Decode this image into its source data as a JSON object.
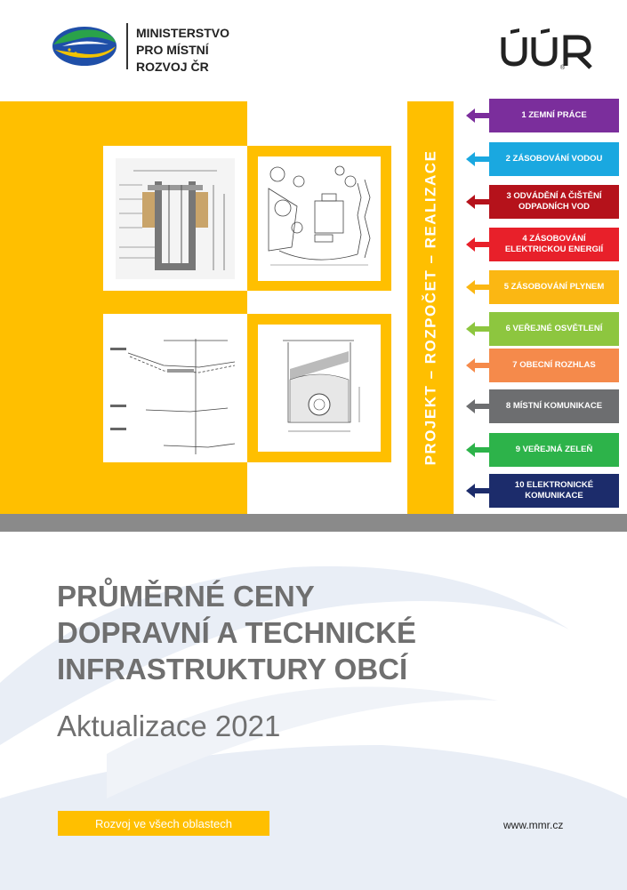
{
  "header": {
    "ministry_lines": "MINISTERSTVO\nPRO MÍSTNÍ\nROZVOJ ČR",
    "uur_logo_text": "ÚÚR"
  },
  "vertical_label": "PROJEKT – ROZPOČET – REALIZACE",
  "categories": [
    {
      "label": "1 ZEMNÍ PRÁCE",
      "color": "#7B2E9C"
    },
    {
      "label": "2 ZÁSOBOVÁNÍ VODOU",
      "color": "#1AA8E0"
    },
    {
      "label": "3 ODVÁDĚNÍ A ČIŠTĚNÍ ODPADNÍCH VOD",
      "color": "#B5121B"
    },
    {
      "label": "4 ZÁSOBOVÁNÍ ELEKTRICKOU ENERGIÍ",
      "color": "#E8202A"
    },
    {
      "label": "5 ZÁSOBOVÁNÍ PLYNEM",
      "color": "#FBB713"
    },
    {
      "label": "6 VEŘEJNÉ OSVĚTLENÍ",
      "color": "#8DC63F"
    },
    {
      "label": "7 OBECNÍ ROZHLAS",
      "color": "#F58A4B"
    },
    {
      "label": "8 MÍSTNÍ KOMUNIKACE",
      "color": "#6D6E70"
    },
    {
      "label": "9 VEŘEJNÁ ZELEŇ",
      "color": "#2DB34A"
    },
    {
      "label": "10 ELEKTRONICKÉ KOMUNIKACE",
      "color": "#1C2C6B"
    }
  ],
  "title": {
    "line1": "PRŮMĚRNÉ CENY",
    "line2": "DOPRAVNÍ A TECHNICKÉ",
    "line3": "INFRASTRUKTURY OBCÍ",
    "subtitle": "Aktualizace 2021"
  },
  "footer": {
    "slogan": "Rozvoj ve všech oblastech",
    "website": "www.mmr.cz"
  },
  "colors": {
    "accent_yellow": "#FFBF00",
    "title_gray": "#6f6f6f",
    "strip_gray": "#8a8a8a"
  }
}
